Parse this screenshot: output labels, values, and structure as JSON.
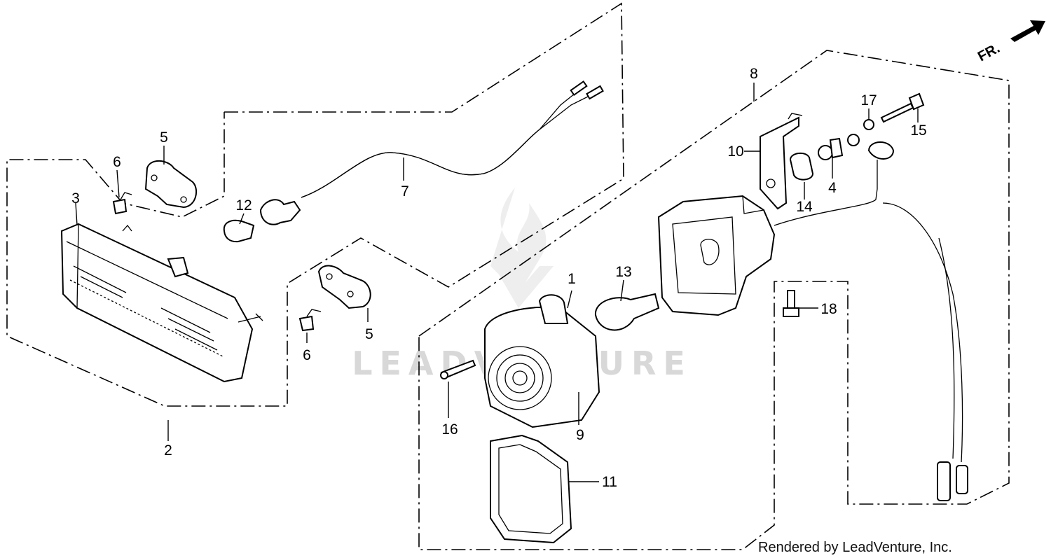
{
  "watermark": "LEADVENTURE",
  "direction_label": "FR.",
  "credit": "Rendered by LeadVenture, Inc.",
  "callouts": [
    {
      "id": "c1",
      "label": "1"
    },
    {
      "id": "c2",
      "label": "2"
    },
    {
      "id": "c3",
      "label": "3"
    },
    {
      "id": "c4",
      "label": "4"
    },
    {
      "id": "c5a",
      "label": "5"
    },
    {
      "id": "c5b",
      "label": "5"
    },
    {
      "id": "c6a",
      "label": "6"
    },
    {
      "id": "c6b",
      "label": "6"
    },
    {
      "id": "c7",
      "label": "7"
    },
    {
      "id": "c8",
      "label": "8"
    },
    {
      "id": "c9",
      "label": "9"
    },
    {
      "id": "c10",
      "label": "10"
    },
    {
      "id": "c11",
      "label": "11"
    },
    {
      "id": "c12",
      "label": "12"
    },
    {
      "id": "c13",
      "label": "13"
    },
    {
      "id": "c14",
      "label": "14"
    },
    {
      "id": "c15",
      "label": "15"
    },
    {
      "id": "c16",
      "label": "16"
    },
    {
      "id": "c17",
      "label": "17"
    },
    {
      "id": "c18",
      "label": "18"
    }
  ]
}
